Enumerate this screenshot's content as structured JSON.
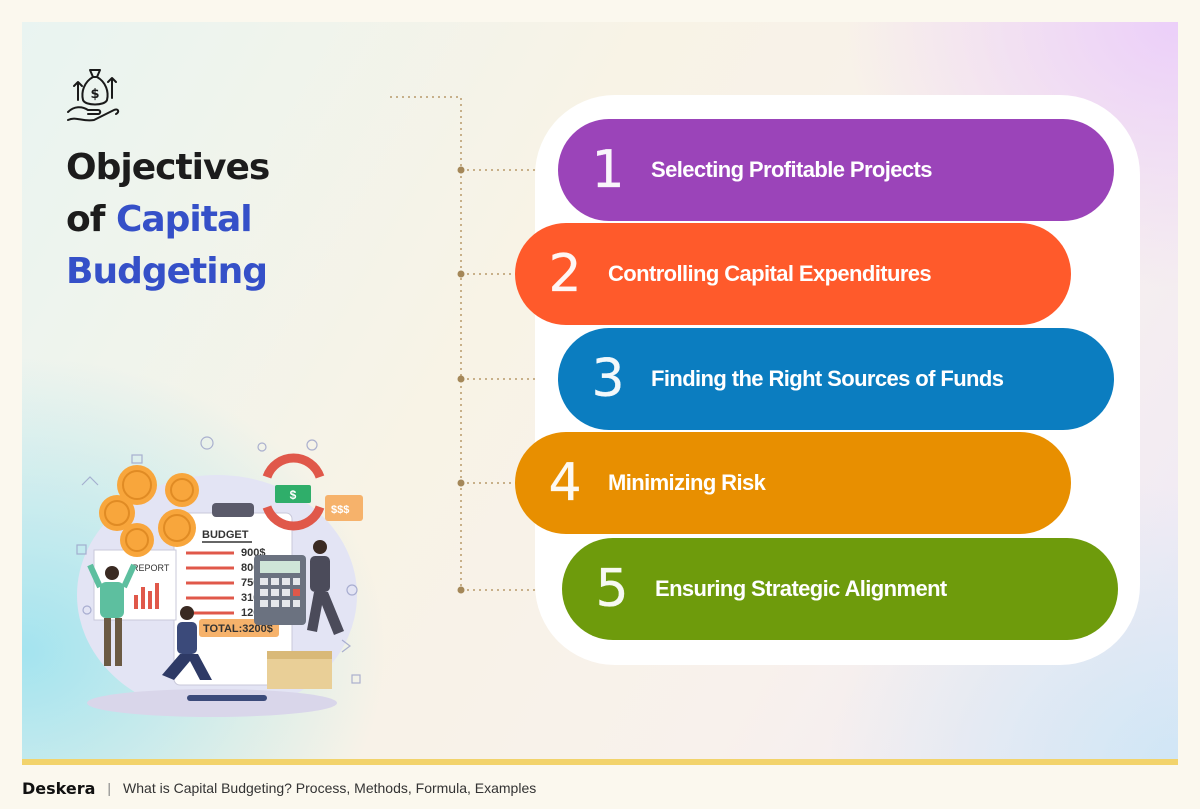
{
  "title": {
    "line1": "Objectives",
    "line2_prefix": "of ",
    "line2_accent": "Capital",
    "line3_accent": "Budgeting"
  },
  "objectives": [
    {
      "number": "1",
      "label": "Selecting Profitable Projects",
      "color": "#9b44b9"
    },
    {
      "number": "2",
      "label": "Controlling Capital Expenditures",
      "color": "#ff5a2b"
    },
    {
      "number": "3",
      "label": "Finding the Right Sources of Funds",
      "color": "#0b7dc0"
    },
    {
      "number": "4",
      "label": "Minimizing Risk",
      "color": "#e88f00"
    },
    {
      "number": "5",
      "label": "Ensuring Strategic Alignment",
      "color": "#6e9b0c"
    }
  ],
  "illustration": {
    "budget_title": "BUDGET",
    "report_label": "REPORT",
    "budget_lines": [
      "900$",
      "800",
      "750",
      "310",
      "120"
    ],
    "total": "TOTAL:3200$",
    "speech": "$$$",
    "money_symbol": "$"
  },
  "footer": {
    "brand": "Deskera",
    "separator": "|",
    "caption": "What is Capital Budgeting? Process, Methods, Formula, Examples"
  },
  "icons": [
    "money-bag-hand-icon"
  ]
}
